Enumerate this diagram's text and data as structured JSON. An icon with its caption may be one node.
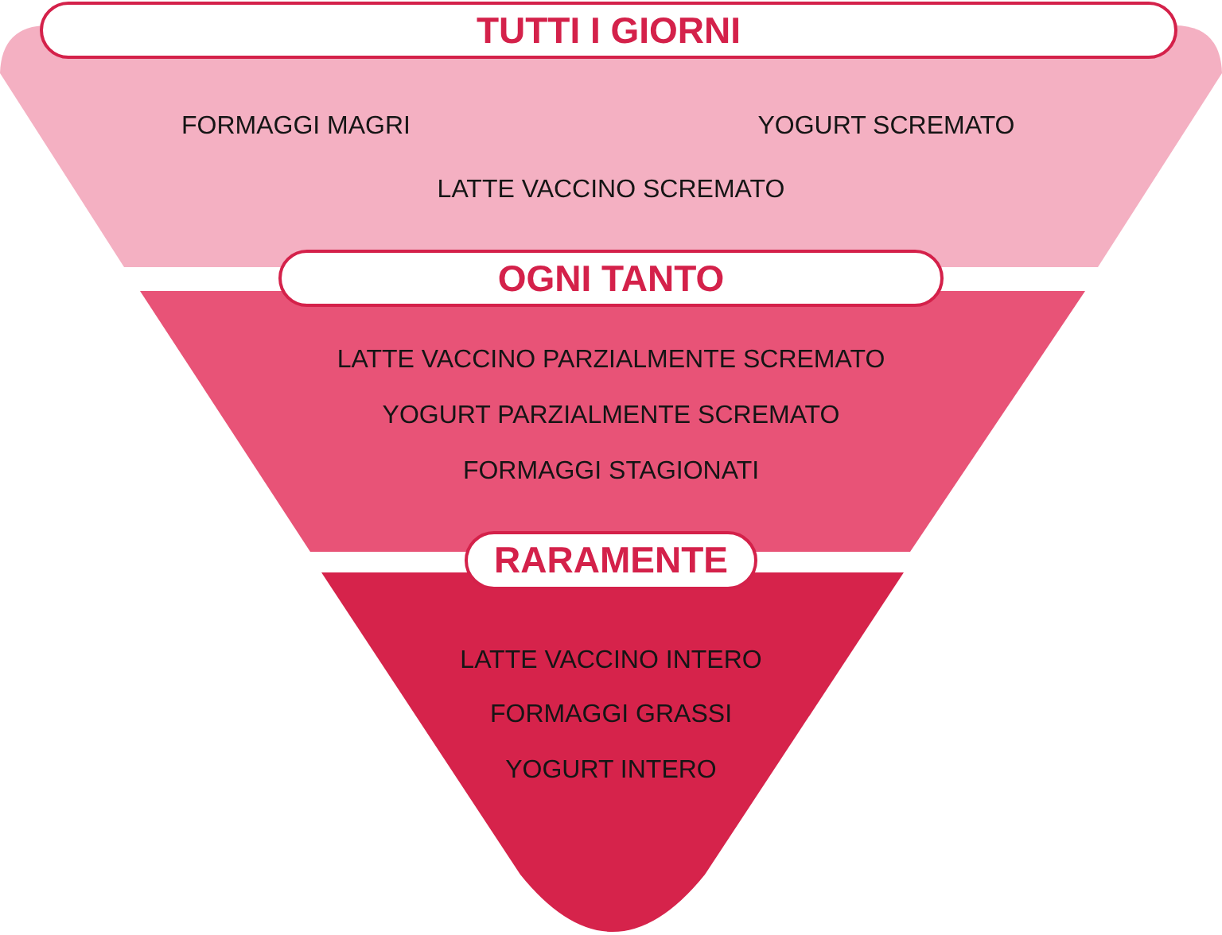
{
  "diagram": {
    "nodes": [
      {
        "text": [
          "TUTTI I GIORNI"
        ]
      },
      {
        "text": [
          "FORMAGGI MAGRI",
          "YOGURT SCREMATO",
          "LATTE VACCINO SCREMATO"
        ]
      },
      {
        "text": [
          "OGNI TANTO"
        ]
      },
      {
        "text": [
          "LATTE VACCINO PARZIALMENTE SCREMATO",
          "YOGURT PARZIALMENTE SCREMATO",
          "FORMAGGI STAGIONATI"
        ]
      },
      {
        "text": [
          "RARAMENTE"
        ]
      },
      {
        "text": [
          "LATTE VACCINO INTERO",
          "FORMAGGI GRASSI",
          "YOGURT INTERO"
        ]
      }
    ]
  }
}
